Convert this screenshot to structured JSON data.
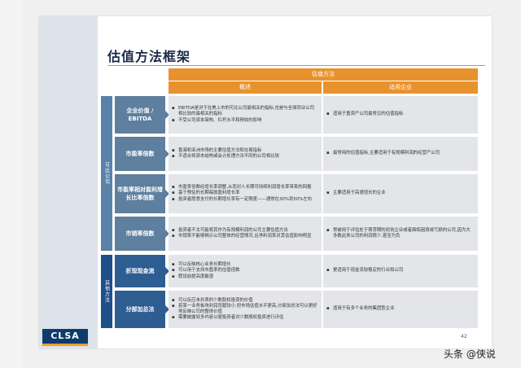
{
  "slide": {
    "title": "估值方法框架",
    "header": "估值方法",
    "col1": "概述",
    "col2": "适用企业",
    "page_number": "42",
    "logo": "CLSA",
    "watermark": "头条 @侠说"
  },
  "groups": [
    {
      "label": "可比公司",
      "color": "#5a82a8"
    },
    {
      "label": "其他方法",
      "color": "#1f4f8a"
    }
  ],
  "rows": [
    {
      "label": "企业价值 / EBITDA",
      "overview": [
        "EBITDA是对于在美上市的可比公司最相关的指标,也是与全球同业公司相比较的最相关的指标",
        "不受公司资本架构、杠杆水平和税收的影响"
      ],
      "applicable": [
        "适用于重资产公司最常见的估值指标"
      ]
    },
    {
      "label": "市盈率倍数",
      "overview": [
        "香港和亚洲市场的主要估值方法和交易指标",
        "不适合将资本结构或会计处理方法不同的公司相比较"
      ],
      "applicable": [
        "最常用的估值指标,主要适用于有规模利润的经营产公司"
      ]
    },
    {
      "label": "市盈率相对盈利增长比率倍数",
      "overview": [
        "市盈率倍数经增长率调整,从而对人长期可持续利润增长率带来的回报",
        "基于预估的长期每股盈利增长率",
        "投资者愿意支付的长期增长率有一定限度——通常在30%到50%左右"
      ],
      "applicable": [
        "主要适用于高速增长的企业"
      ]
    },
    {
      "label": "市销率倍数",
      "overview": [
        "投资者不太可能将其作为有规模利润的公司主要估值方法",
        "市销率不能够揭示公司整体的经营情况,且净利润率对其估值影响明显"
      ],
      "applicable": [
        "常被用于评估处于萌芽期的初创企业或者面临困境或亏损的公司,因为大多数此类公司的利润很少,甚至为负"
      ]
    },
    {
      "label": "折现现金流",
      "overview": [
        "可以反映核心业务长期增长",
        "可以用于支持市盈率的估值倍数",
        "假设前提高度敏感"
      ],
      "applicable": [
        "更适用于现金流较稳定的行业和公司"
      ]
    },
    {
      "label": "分部加总法",
      "overview": [
        "可以反应未并表的少数股权投资的价值",
        "若某一业务板块利润贡献较小,但市场估值水平更高,分部加总法可以更好地反映公司的整体价值",
        "需要披露较多内容以便投资者对少数股权投资进行评估"
      ],
      "applicable": [
        "适用于有多个业务的集团型企业"
      ]
    }
  ]
}
